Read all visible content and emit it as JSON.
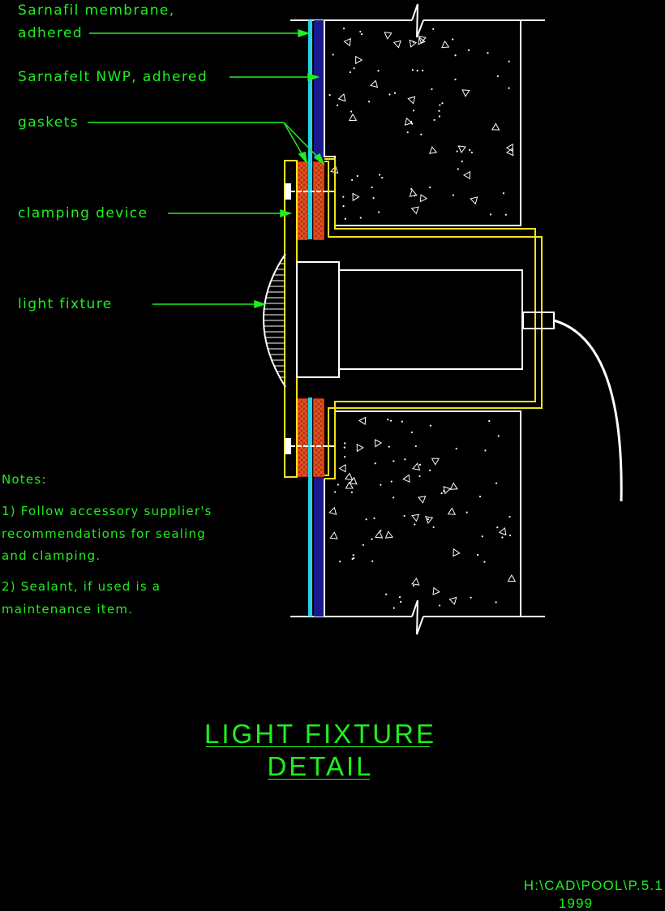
{
  "labels": {
    "membrane_line1": "Sarnafil membrane,",
    "membrane_line2": "adhered",
    "nwp": "Sarnafelt NWP, adhered",
    "gaskets": "gaskets",
    "clamping": "clamping device",
    "light_fixture": "light fixture"
  },
  "notes": {
    "heading": "Notes:",
    "note1_line1": "1) Follow accessory supplier's",
    "note1_line2": "recommendations for sealing",
    "note1_line3": "and clamping.",
    "note2_line1": "2) Sealant, if used is a",
    "note2_line2": "maintenance item."
  },
  "title": {
    "line1": "LIGHT FIXTURE",
    "line2": "DETAIL"
  },
  "file_ref": {
    "path": "H:\\CAD\\POOL\\P.5.1",
    "year": "1999"
  },
  "colors": {
    "text": "#1ef01e",
    "membrane": "#22d4e8",
    "felt": "#1a1a8c",
    "clamp": "#f2e21a",
    "gasket": "#d43a1a",
    "gasket_hatch": "#e8641a",
    "outline": "#ffffff"
  }
}
